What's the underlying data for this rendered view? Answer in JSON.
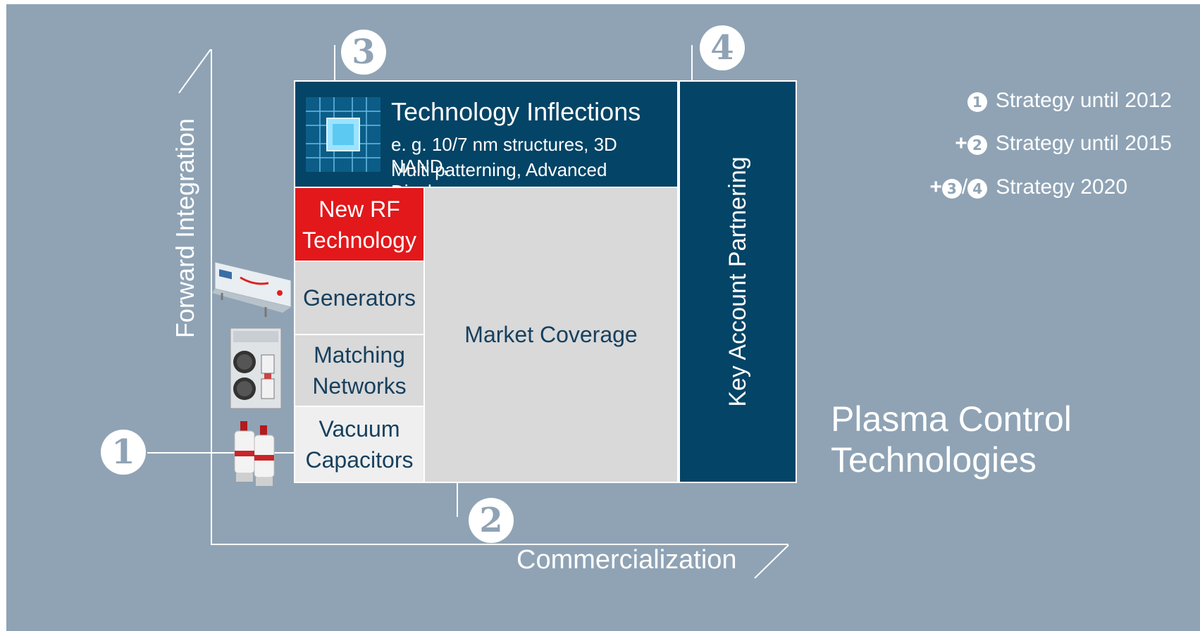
{
  "axes": {
    "y_label": "Forward Integration",
    "x_label": "Commercialization"
  },
  "markers": {
    "m1": "1",
    "m2": "2",
    "m3": "3",
    "m4": "4"
  },
  "top_block": {
    "title": "Technology Inflections",
    "line1": "e. g. 10/7 nm structures, 3D NAND,",
    "line2": "Multi patterning, Advanced Displays"
  },
  "left_column": {
    "new_rf_1": "New RF",
    "new_rf_2": "Technology",
    "generators": "Generators",
    "matching_1": "Matching",
    "matching_2": "Networks",
    "vacuum_1": "Vacuum",
    "vacuum_2": "Capacitors"
  },
  "market_coverage": "Market Coverage",
  "key_account": "Key Account Partnering",
  "legend": {
    "row1": {
      "prefix": "",
      "badges": [
        "1"
      ],
      "sep": "",
      "label": "Strategy until 2012"
    },
    "row2": {
      "prefix": "+",
      "badges": [
        "2"
      ],
      "sep": "",
      "label": "Strategy until 2015"
    },
    "row3": {
      "prefix": "+",
      "badges": [
        "3",
        "4"
      ],
      "sep": "/",
      "label": "Strategy 2020"
    }
  },
  "title_line1": "Plasma Control",
  "title_line2": "Technologies",
  "colors": {
    "background": "#8fa3b5",
    "navy": "#044466",
    "red": "#e2181b",
    "gray": "#d9d9d9",
    "light_gray": "#efefef",
    "text_dark": "#17405e"
  },
  "icons": [
    "chip-icon",
    "generator-rack-icon",
    "matching-network-icon",
    "vacuum-capacitor-icon"
  ]
}
